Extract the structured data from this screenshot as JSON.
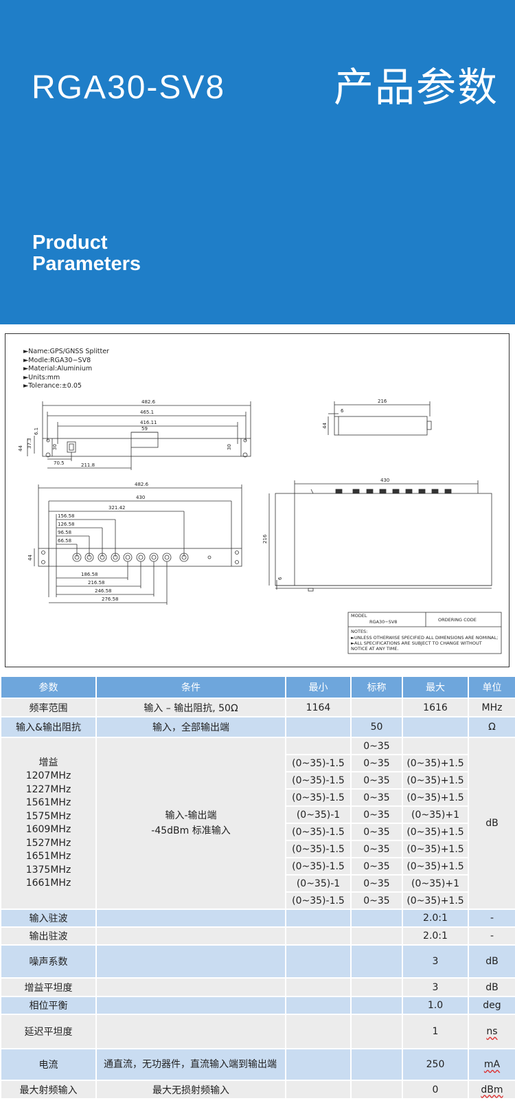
{
  "banner": {
    "model": "RGA30-SV8",
    "cn_title": "产品参数",
    "en_line1": "Product",
    "en_line2": "Parameters"
  },
  "drawing": {
    "specs": [
      "►Name:GPS/GNSS  Splitter",
      "►Modle:RGA30−SV8",
      "►Material:Aluminium",
      "►Units:mm",
      "►Tolerance:±0.05"
    ],
    "front_top": {
      "d1": "482.6",
      "d2": "465.1",
      "d3": "416.11",
      "d4": "59",
      "left_h1": "6.1",
      "left_h2": "37.3",
      "left_h3": "44",
      "left_h4": "30",
      "right_h": "30",
      "b1": "70.5",
      "b2": "211.8"
    },
    "side": {
      "len": "216",
      "w": "6",
      "h": "44"
    },
    "front": {
      "d1": "482.6",
      "d2": "430",
      "d3": "321.42",
      "d4": "156.58",
      "d5": "126.58",
      "d6": "96.58",
      "d7": "66.58",
      "h": "44",
      "b1": "186.58",
      "b2": "216.58",
      "b3": "246.58",
      "b4": "276.58"
    },
    "top_view": {
      "w": "430",
      "h": "216",
      "s": "6"
    },
    "title_block": {
      "model_label": "MODEL",
      "model_value": "RGA30−SV8",
      "ordering": "ORDERING CODE",
      "notes_label": "NOTES:",
      "note1": "►UNLESS OTHERWISE SPECIFIED ALL DIMENSIONS ARE NOMINAL;",
      "note2": "►ALL SPECIFICATIONS ARE SUBJECT TO CHANGE WITHOUT",
      "note3": "NOTICE AT ANY TIME."
    }
  },
  "table": {
    "headers": [
      "参数",
      "条件",
      "最小",
      "标称",
      "最大",
      "单位"
    ],
    "freq": {
      "param": "频率范围",
      "cond": "输入 – 输出阻抗, 50Ω",
      "min": "1164",
      "nom": "",
      "max": "1616",
      "unit": "MHz"
    },
    "imp": {
      "param": "输入&输出阻抗",
      "cond": "输入，全部输出端",
      "min": "",
      "nom": "50",
      "max": "",
      "unit": "Ω"
    },
    "gain": {
      "param_title": "增益",
      "freqs": [
        "1207MHz",
        "1227MHz",
        "1561MHz",
        "1575MHz",
        "1609MHz",
        "1527MHz",
        "1651MHz",
        "1375MHz",
        "1661MHz"
      ],
      "cond1": "输入-输出端",
      "cond2": "-45dBm  标准输入",
      "unit": "dB",
      "rows": [
        {
          "min": "",
          "nom": "0~35",
          "max": ""
        },
        {
          "min": "(0~35)-1.5",
          "nom": "0~35",
          "max": "(0~35)+1.5"
        },
        {
          "min": "(0~35)-1.5",
          "nom": "0~35",
          "max": "(0~35)+1.5"
        },
        {
          "min": "(0~35)-1.5",
          "nom": "0~35",
          "max": "(0~35)+1.5"
        },
        {
          "min": "(0~35)-1",
          "nom": "0~35",
          "max": "(0~35)+1"
        },
        {
          "min": "(0~35)-1.5",
          "nom": "0~35",
          "max": "(0~35)+1.5"
        },
        {
          "min": "(0~35)-1.5",
          "nom": "0~35",
          "max": "(0~35)+1.5"
        },
        {
          "min": "(0~35)-1.5",
          "nom": "0~35",
          "max": "(0~35)+1.5"
        },
        {
          "min": "(0~35)-1",
          "nom": "0~35",
          "max": "(0~35)+1"
        },
        {
          "min": "(0~35)-1.5",
          "nom": "0~35",
          "max": "(0~35)+1.5"
        }
      ]
    },
    "vswr_in": {
      "param": "输入驻波",
      "max": "2.0:1",
      "unit": "-"
    },
    "vswr_out": {
      "param": "输出驻波",
      "max": "2.0:1",
      "unit": "-"
    },
    "noise": {
      "param": "噪声系数",
      "max": "3",
      "unit": "dB"
    },
    "flat": {
      "param": "增益平坦度",
      "max": "3",
      "unit": "dB"
    },
    "phase": {
      "param": "相位平衡",
      "max": "1.0",
      "unit": "deg"
    },
    "delay": {
      "param": "延迟平坦度",
      "max": "1",
      "unit": "ns"
    },
    "current": {
      "param": "电流",
      "cond": "通直流，无功器件，直流输入端到输出端",
      "max": "250",
      "unit": "mA"
    },
    "rfmax": {
      "param": "最大射频输入",
      "cond": "最大无损射频输入",
      "max": "0",
      "unit": "dBm"
    }
  }
}
